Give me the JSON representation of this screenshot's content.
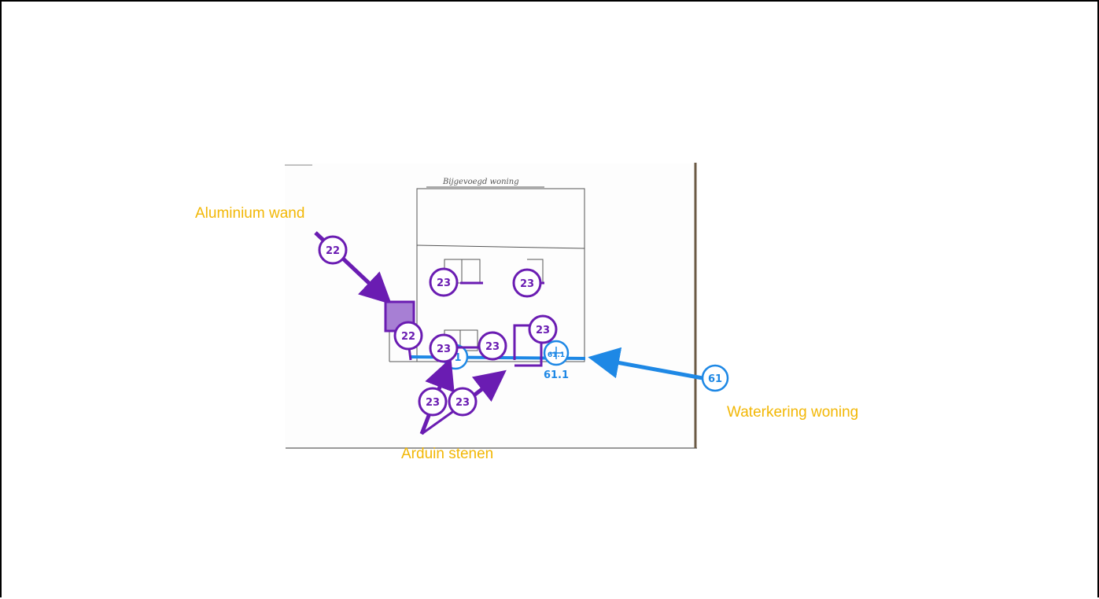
{
  "drawing": {
    "title_handwritten": "Bijgevoegd woning"
  },
  "labels": {
    "aluminium": "Aluminium wand",
    "arduin": "Arduin stenen",
    "waterkering": "Waterkering woning"
  },
  "badges": {
    "b22_top": "22",
    "b22_low": "22",
    "b23_win_left": "23",
    "b23_win_right": "23",
    "b23_door": "23",
    "b23_step_a": "23",
    "b23_step_b": "23",
    "b23_arrow_a": "23",
    "b23_arrow_b": "23",
    "b61": "61",
    "b61_1_badge": "61.1",
    "b61_1_label": "61.1",
    "b1_fragment": "1"
  },
  "colors": {
    "purple": "#6a1cb2",
    "purple_fill": "#a77fd4",
    "blue": "#1e88e5",
    "label": "#f2b705",
    "sketch": "#555555"
  }
}
